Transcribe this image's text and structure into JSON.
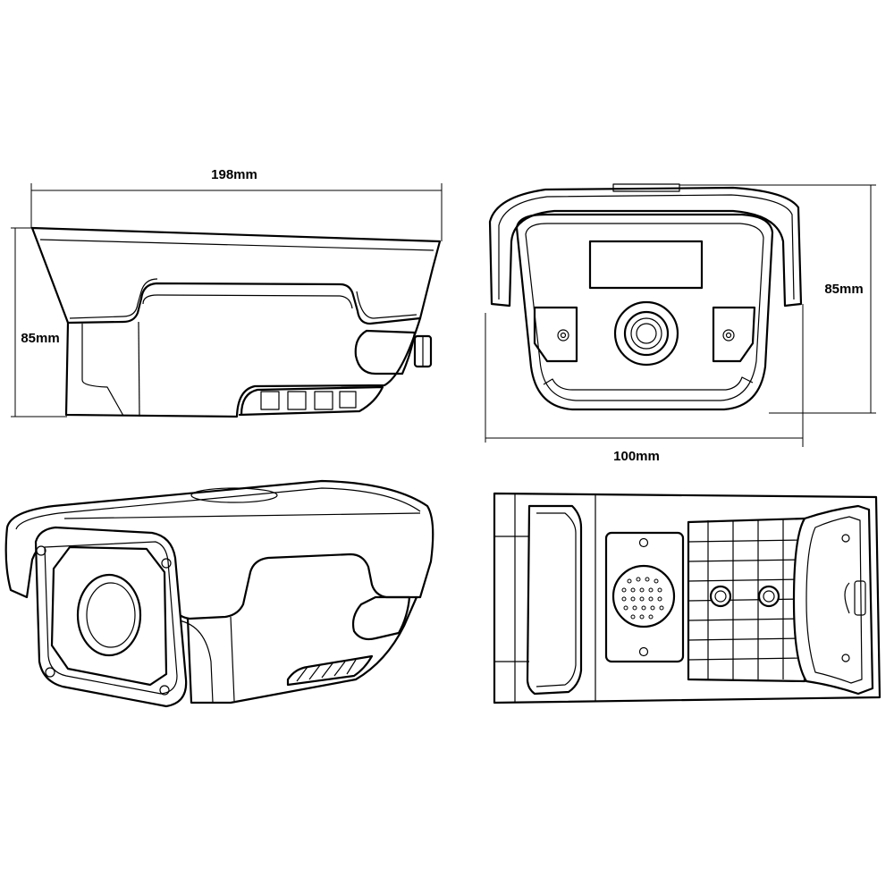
{
  "dimensions": {
    "side_length": "198mm",
    "side_height": "85mm",
    "front_height": "85mm",
    "front_width": "100mm"
  }
}
